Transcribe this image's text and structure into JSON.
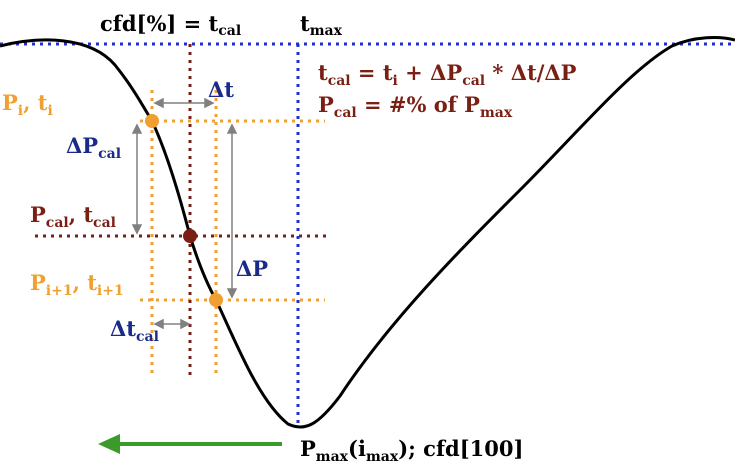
{
  "colors": {
    "curve": "#000000",
    "blue": "#1f2fc9",
    "navy": "#1a2a8a",
    "maroon": "#7a1f14",
    "orange": "#f0a030",
    "green": "#3a9a2a",
    "grey": "#808080"
  },
  "labels": {
    "top_cfd_main": "cfd[%] = t",
    "top_cfd_sub": "cal",
    "top_tmax_main": "t",
    "top_tmax_sub": "max",
    "formula1": {
      "p1": "t",
      "s1": "cal",
      "p2": " = t",
      "s2": "i",
      "p3": " + ΔP",
      "s3": "cal",
      "p4": " * Δt/ΔP"
    },
    "formula2": {
      "p1": "P",
      "s1": "cal",
      "p2": " = #% of P",
      "s2": "max"
    },
    "point_i": {
      "p1": "P",
      "s1": "i",
      "p2": ", t",
      "s2": "i"
    },
    "point_cal": {
      "p1": "P",
      "s1": "cal",
      "p2": ", t",
      "s2": "cal"
    },
    "point_i1": {
      "p1": "P",
      "s1": "i+1",
      "p2": ", t",
      "s2": "i+1"
    },
    "delta_t": "Δt",
    "delta_pcal": {
      "p1": "ΔP",
      "s1": "cal"
    },
    "delta_p": "ΔP",
    "delta_tcal": {
      "p1": "Δt",
      "s1": "cal"
    },
    "bottom": {
      "p1": "P",
      "s1": "max",
      "p2": "(i",
      "s2": "max",
      "p3": "); cfd[100]"
    }
  }
}
